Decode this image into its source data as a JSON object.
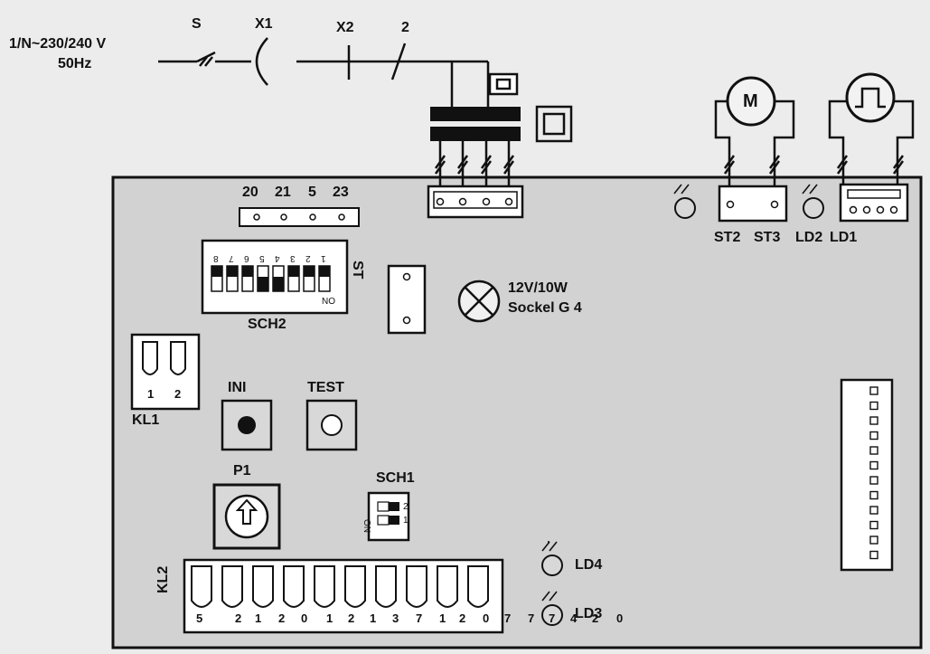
{
  "supply": {
    "line1": "1/N~230/240 V",
    "line2": "50Hz"
  },
  "wiring": {
    "switch_s": "S",
    "x1": "X1",
    "x2": "X2",
    "pole2": "2"
  },
  "board": {
    "terminal_top_labels": [
      "20",
      "21",
      "5",
      "23"
    ],
    "sch2": {
      "label": "SCH2",
      "numbers": [
        "8",
        "7",
        "6",
        "5",
        "4",
        "3",
        "2",
        "1"
      ],
      "on": "NO",
      "states": [
        "up",
        "up",
        "up",
        "down",
        "down",
        "up",
        "up",
        "up"
      ]
    },
    "st_label": "ST",
    "lamp": {
      "line1": "12V/10W",
      "line2": "Sockel G 4"
    },
    "kl1": {
      "label": "KL1",
      "terminals": [
        "1",
        "2"
      ]
    },
    "ini": "INI",
    "test": "TEST",
    "p1": "P1",
    "sch1": {
      "label": "SCH1",
      "on": "ON",
      "numbers": [
        "2",
        "1"
      ]
    },
    "kl2": {
      "label": "KL2",
      "numbers": [
        "5",
        "2",
        "1",
        "2",
        "0",
        "1",
        "2",
        "1",
        "3",
        "7",
        "1",
        "2",
        "0",
        "7",
        "7",
        "7",
        "4",
        "2",
        "0"
      ]
    },
    "ld4": "LD4",
    "ld3": "LD3",
    "top_right": {
      "st2": "ST2",
      "st3": "ST3",
      "ld2": "LD2",
      "ld1": "LD1"
    },
    "motor_symbol": "M"
  }
}
